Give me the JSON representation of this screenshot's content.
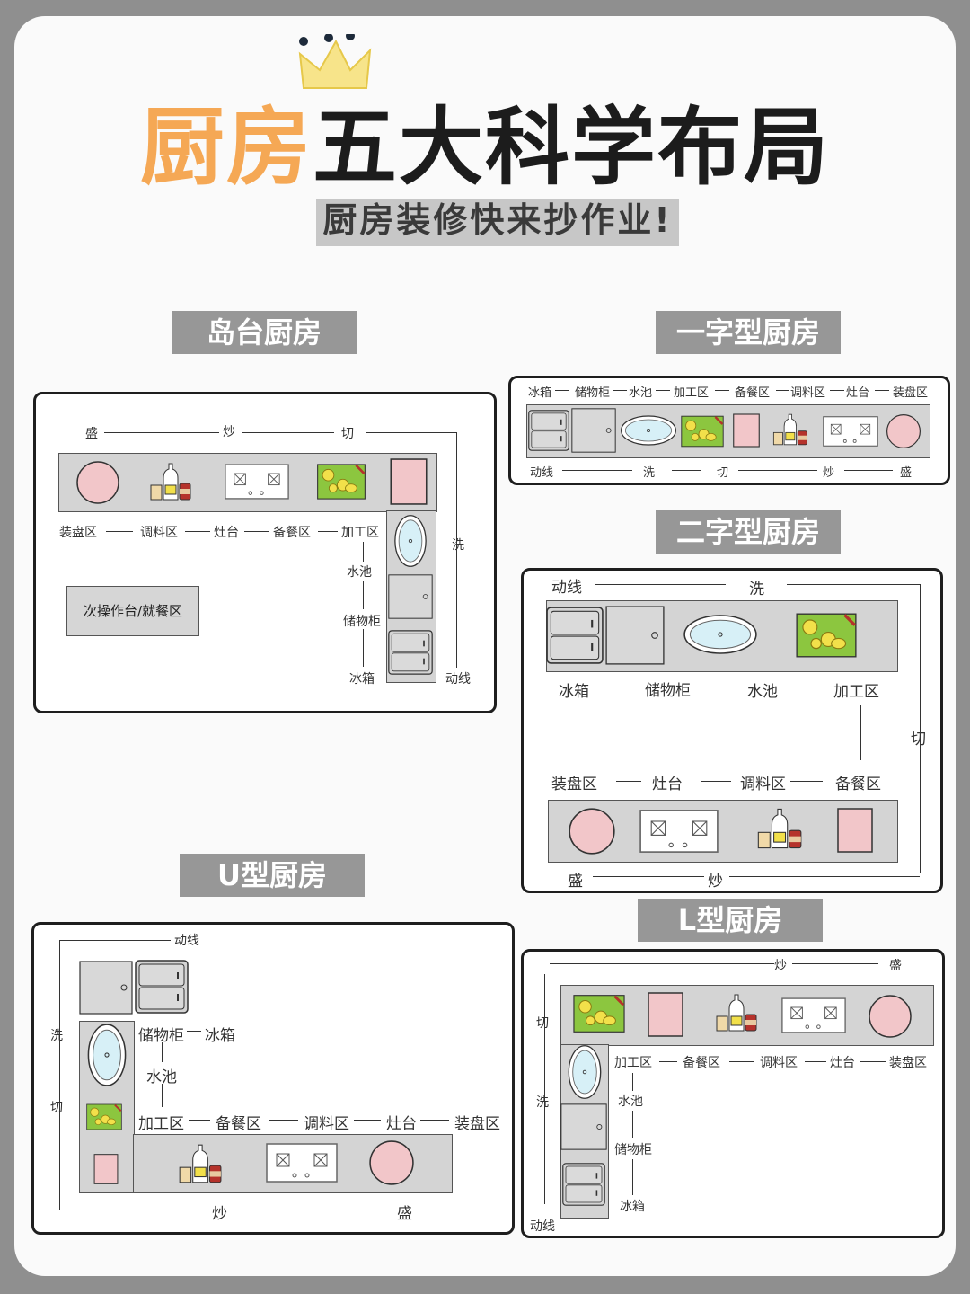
{
  "title": {
    "part1": "厨房",
    "part2": "五大科学布局"
  },
  "subtitle": "厨房装修快来抄作业!",
  "layouts": {
    "island": {
      "name": "岛台厨房",
      "labels": {
        "sheng": "盛",
        "chao": "炒",
        "qie": "切",
        "xi": "洗",
        "dongxian": "动线",
        "zhuangpan": "装盘区",
        "tiaoliao": "调料区",
        "zaotai": "灶台",
        "beican": "备餐区",
        "jiagong": "加工区",
        "shuichi": "水池",
        "chuwugui": "储物柜",
        "bingxiang": "冰箱"
      },
      "secondary": "次操作台/就餐区"
    },
    "single": {
      "name": "一字型厨房",
      "labels": {
        "bingxiang": "冰箱",
        "chuwugui": "储物柜",
        "shuichi": "水池",
        "jiagong": "加工区",
        "beican": "备餐区",
        "tiaoliao": "调料区",
        "zaotai": "灶台",
        "zhuangpan": "装盘区",
        "dongxian": "动线",
        "xi": "洗",
        "qie": "切",
        "chao": "炒",
        "sheng": "盛"
      }
    },
    "double": {
      "name": "二字型厨房",
      "labels": {
        "dongxian": "动线",
        "xi": "洗",
        "bingxiang": "冰箱",
        "chuwugui": "储物柜",
        "shuichi": "水池",
        "jiagong": "加工区",
        "qie": "切",
        "zhuangpan": "装盘区",
        "zaotai": "灶台",
        "tiaoliao": "调料区",
        "beican": "备餐区",
        "sheng": "盛",
        "chao": "炒"
      }
    },
    "u": {
      "name": "U型厨房",
      "labels": {
        "dongxian": "动线",
        "xi": "洗",
        "qie": "切",
        "chuwugui": "储物柜",
        "bingxiang": "冰箱",
        "shuichi": "水池",
        "jiagong": "加工区",
        "beican": "备餐区",
        "tiaoliao": "调料区",
        "zaotai": "灶台",
        "zhuangpan": "装盘区",
        "chao": "炒",
        "sheng": "盛"
      }
    },
    "l": {
      "name": "L型厨房",
      "labels": {
        "chao": "炒",
        "sheng": "盛",
        "qie": "切",
        "xi": "洗",
        "dongxian": "动线",
        "jiagong": "加工区",
        "beican": "备餐区",
        "tiaoliao": "调料区",
        "zaotai": "灶台",
        "zhuangpan": "装盘区",
        "shuichi": "水池",
        "chuwugui": "储物柜",
        "bingxiang": "冰箱"
      }
    }
  },
  "colors": {
    "background": "#8f8f8f",
    "card": "#fafafa",
    "accent": "#f5a855",
    "tag": "#979797",
    "counter": "#d4d4d4",
    "plate": "#f2c6c9",
    "board": "#8cc63f",
    "lemon": "#f2e04a",
    "sauce": "#b5322b",
    "sink": "#d7f0f7"
  },
  "icons": [
    "crown-icon",
    "plate-icon",
    "cutting-board-icon",
    "stove-icon",
    "sink-icon",
    "fridge-icon",
    "cabinet-icon",
    "seasoning-icon",
    "serving-area-icon"
  ]
}
